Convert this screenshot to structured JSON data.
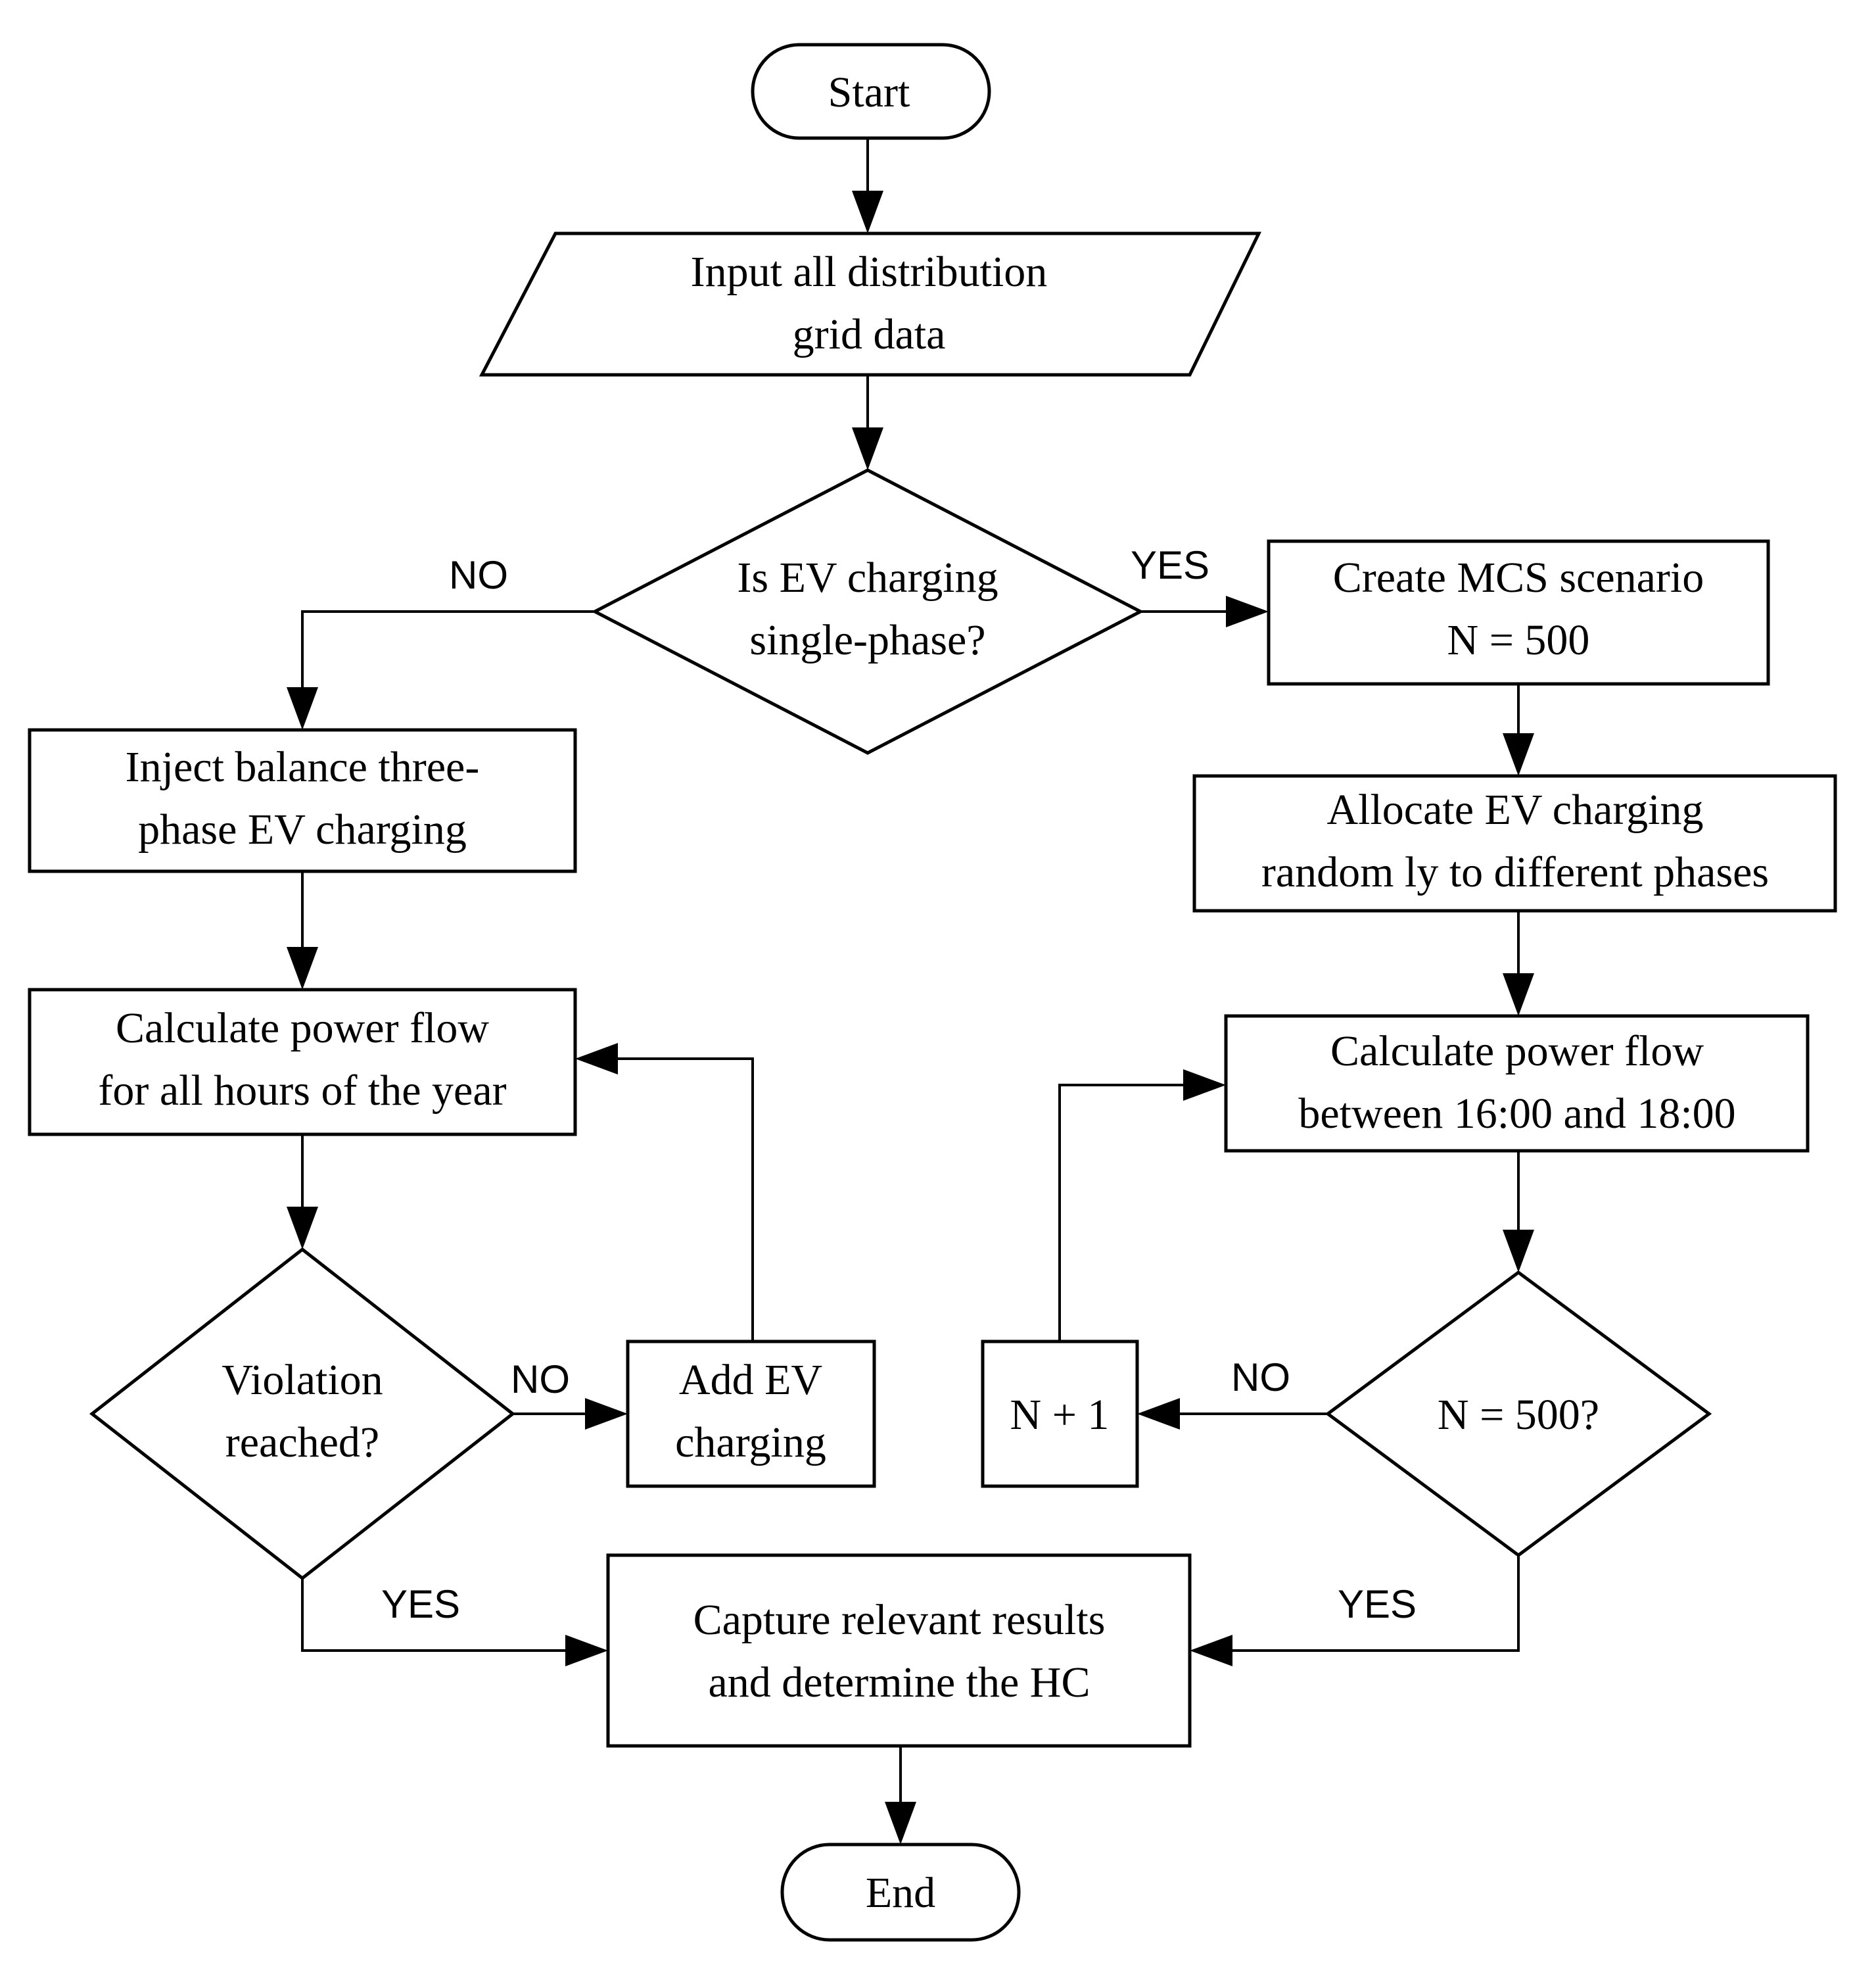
{
  "nodes": {
    "start": {
      "lines": [
        "Start"
      ]
    },
    "input_data": {
      "lines": [
        "Input all distribution",
        "grid data"
      ]
    },
    "decision_single_phase": {
      "lines": [
        "Is EV charging",
        "single-phase?"
      ]
    },
    "inject_three_phase": {
      "lines": [
        "Inject balance three-",
        "phase EV charging"
      ]
    },
    "calc_power_flow_year": {
      "lines": [
        "Calculate power flow",
        "for all hours of the year"
      ]
    },
    "decision_violation": {
      "lines": [
        "Violation",
        "reached?"
      ]
    },
    "add_ev_charging": {
      "lines": [
        "Add EV",
        "charging"
      ]
    },
    "create_mcs": {
      "lines": [
        "Create MCS scenario",
        "N = 500"
      ]
    },
    "allocate_ev": {
      "lines": [
        "Allocate EV charging",
        "random ly to different phases"
      ]
    },
    "calc_power_flow_window": {
      "lines": [
        "Calculate power flow",
        "between 16:00 and 18:00"
      ]
    },
    "decision_n500": {
      "lines": [
        "N = 500?"
      ]
    },
    "n_plus_one": {
      "lines": [
        "N + 1"
      ]
    },
    "capture_results": {
      "lines": [
        "Capture relevant results",
        "and determine the HC"
      ]
    },
    "end": {
      "lines": [
        "End"
      ]
    }
  },
  "edge_labels": {
    "single_phase_no": "NO",
    "single_phase_yes": "YES",
    "violation_no": "NO",
    "violation_yes": "YES",
    "n500_no": "NO",
    "n500_yes": "YES"
  }
}
